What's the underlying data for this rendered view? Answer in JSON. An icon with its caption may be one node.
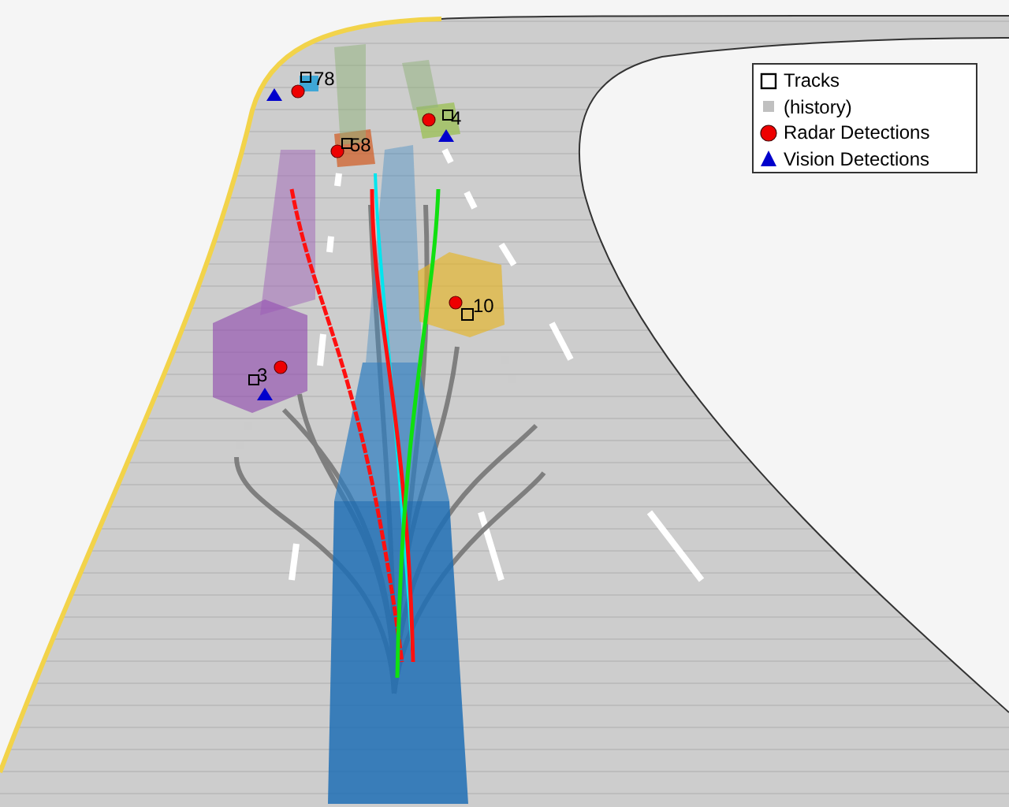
{
  "diagram": {
    "labels": [
      "78",
      "4",
      "58",
      "10",
      "3"
    ],
    "legend": [
      {
        "text": "Tracks"
      },
      {
        "text": "(history)"
      },
      {
        "text": "Radar Detections"
      },
      {
        "text": "Vision Detections"
      }
    ]
  }
}
